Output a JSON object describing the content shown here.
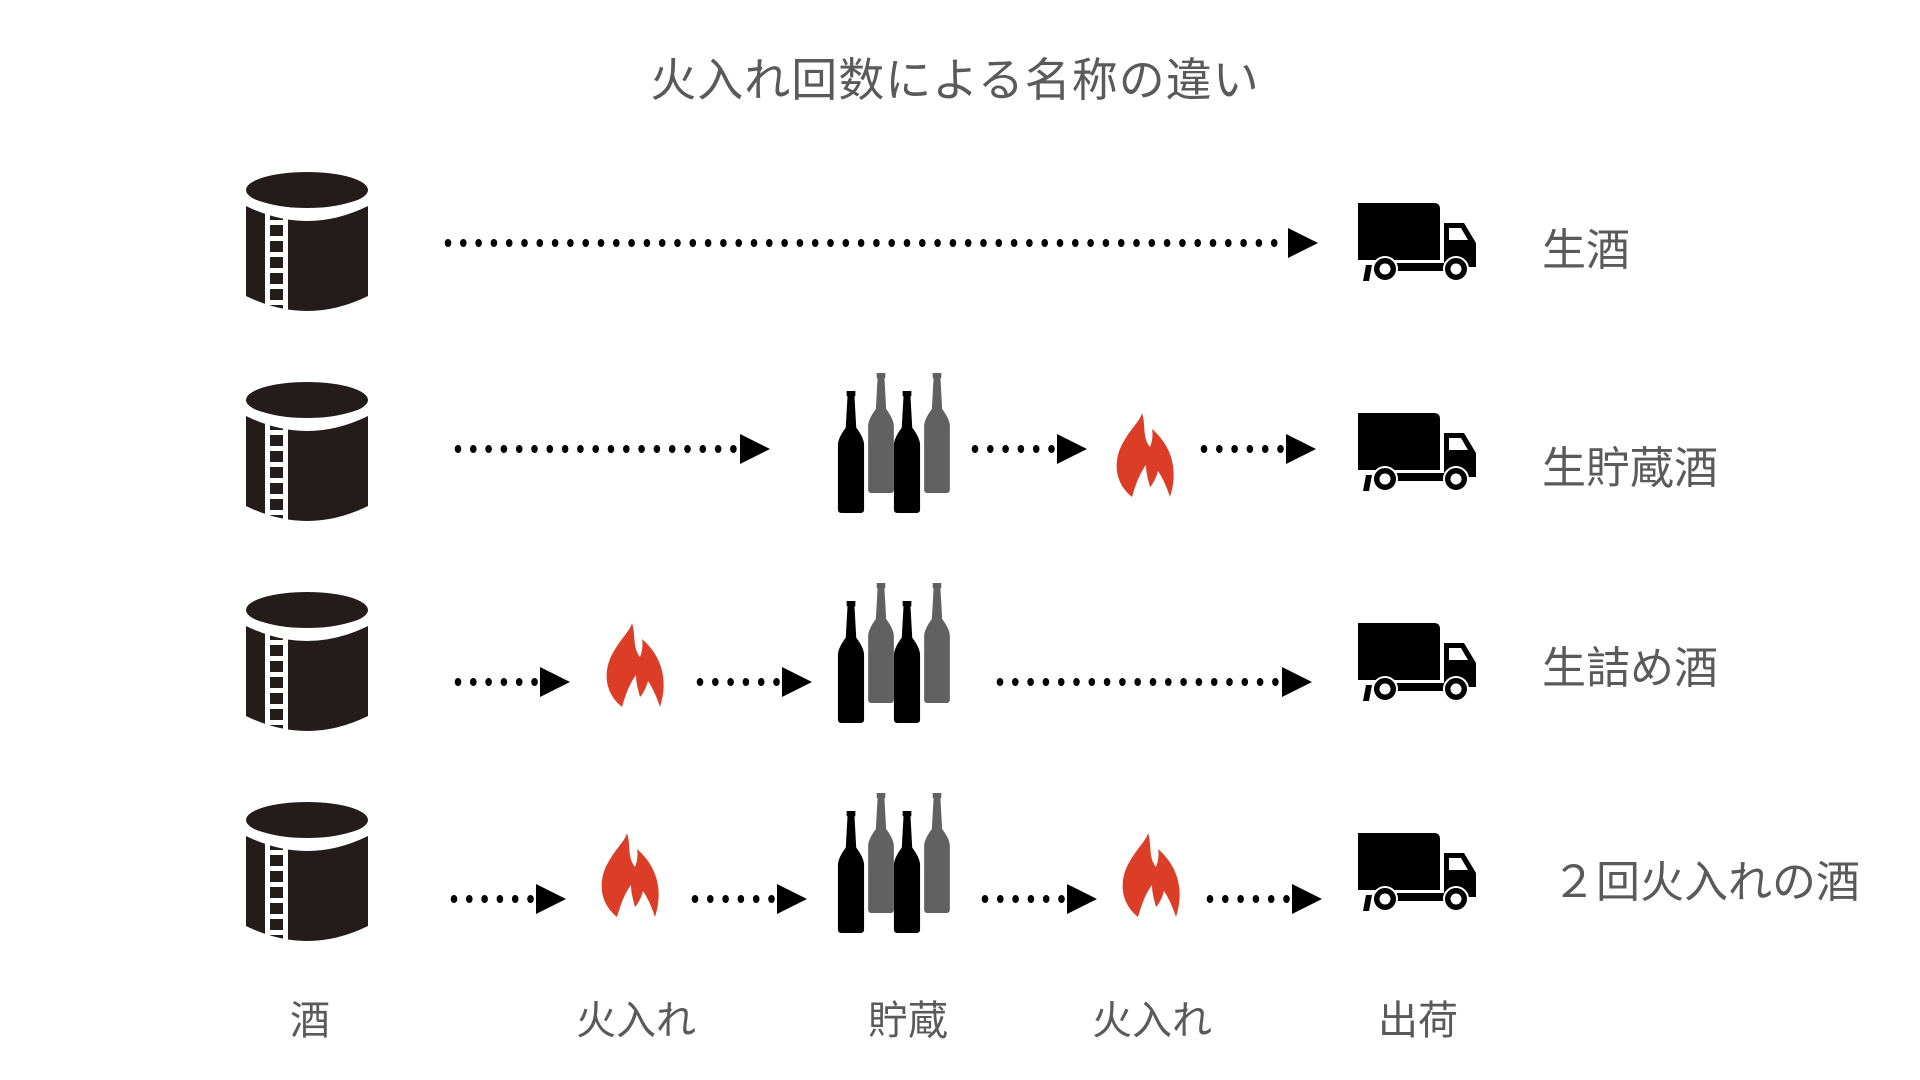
{
  "title": "火入れ回数による名称の違い",
  "colors": {
    "text": "#5a5a5a",
    "icon_dark": "#231c1b",
    "bottle_back": "#616161",
    "flame": "#dc3d26",
    "arrow": "#000000"
  },
  "rows": [
    {
      "label": "生酒",
      "steps": [
        "tank",
        "arrow-long",
        "truck"
      ]
    },
    {
      "label": "生貯蔵酒",
      "steps": [
        "tank",
        "arrow",
        "bottles",
        "arrow",
        "flame",
        "arrow",
        "truck"
      ]
    },
    {
      "label": "生詰め酒",
      "steps": [
        "tank",
        "arrow",
        "flame",
        "arrow",
        "bottles",
        "arrow",
        "truck"
      ]
    },
    {
      "label": "２回火入れの酒",
      "steps": [
        "tank",
        "arrow",
        "flame",
        "arrow",
        "bottles",
        "arrow",
        "flame",
        "arrow",
        "truck"
      ]
    }
  ],
  "stages": [
    "酒",
    "火入れ",
    "貯蔵",
    "火入れ",
    "出荷"
  ],
  "icons": {
    "tank": "storage-tank-icon",
    "bottles": "sake-bottles-icon",
    "flame": "flame-icon",
    "truck": "delivery-truck-icon",
    "arrow": "dotted-arrow"
  }
}
